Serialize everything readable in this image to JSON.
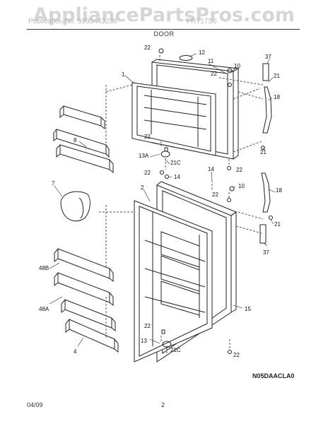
{
  "watermark": "AppliancePartsPros.com",
  "header": {
    "publication": "Publication No: 5995443238",
    "model": "FRT17S6",
    "section_title": "DOOR"
  },
  "footer": {
    "date": "04/09",
    "page": "2"
  },
  "drawing_code": "N05DAACLA0",
  "callouts": {
    "c12": "12",
    "c22a": "22",
    "c11": "11",
    "c1": "1",
    "c22b": "22",
    "c10a": "10",
    "c37a": "37",
    "c21a": "21",
    "c18a": "18",
    "c8": "8",
    "c22c": "22",
    "c13a": "13A",
    "c21c_a": "21C",
    "c22d": "22",
    "c21b": "21",
    "c22e": "22",
    "c14a": "14",
    "c14b": "14",
    "c7": "7",
    "c2": "2",
    "c22f": "22",
    "c10b": "10",
    "c18b": "18",
    "c21d": "21",
    "c37b": "37",
    "c48b": "48B",
    "c48a": "48A",
    "c4": "4",
    "c15": "15",
    "c22g": "22",
    "c13": "13",
    "c21c_b": "21C",
    "c22h": "22"
  }
}
